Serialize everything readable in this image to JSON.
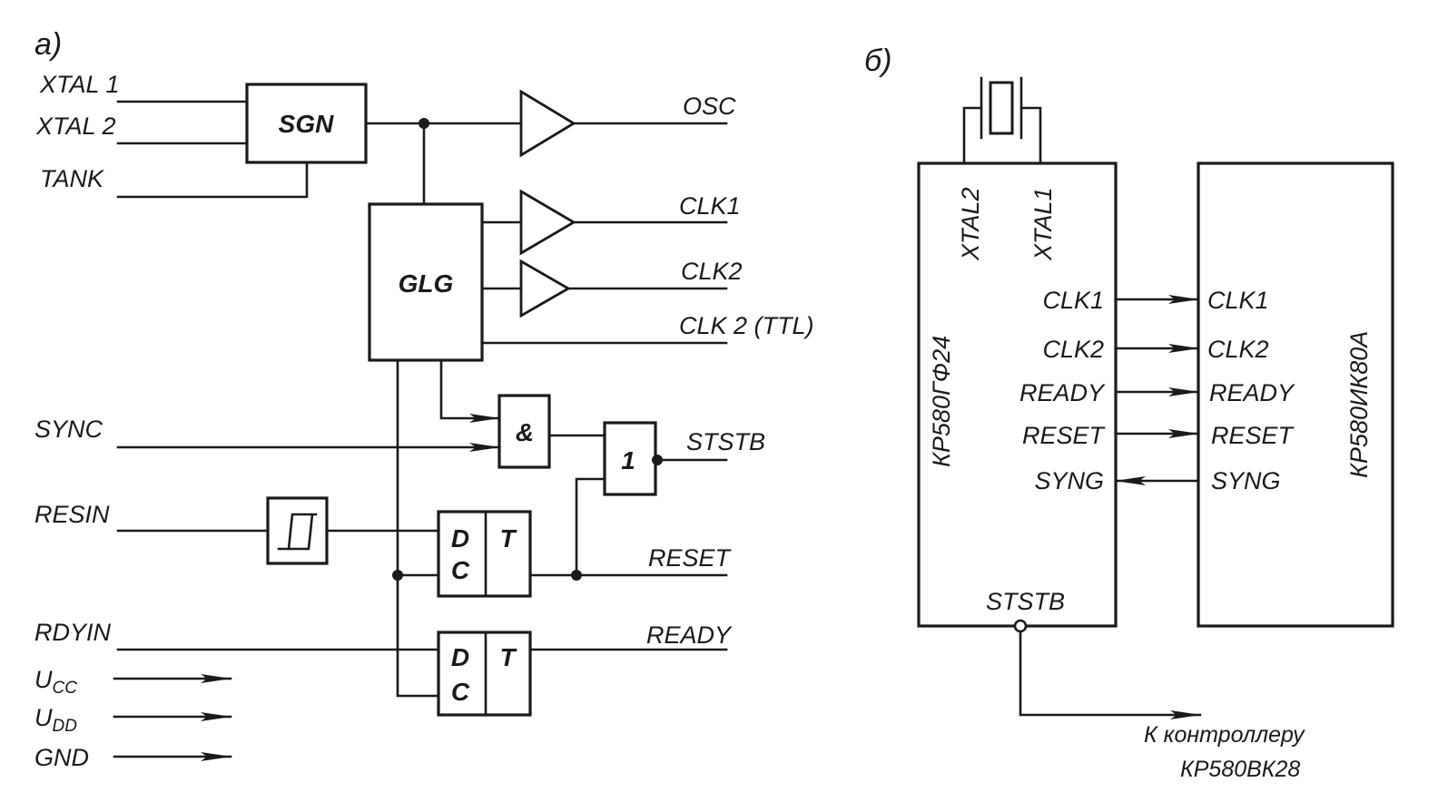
{
  "panel_a": {
    "label": "а)",
    "inputs": {
      "xtal1": "XTAL 1",
      "xtal2": "XTAL 2",
      "tank": "TANK",
      "sync": "SYNC",
      "resin": "RESIN",
      "rdyin": "RDYIN",
      "ucc": "U",
      "ucc_sub": "CC",
      "udd": "U",
      "udd_sub": "DD",
      "gnd": "GND"
    },
    "blocks": {
      "sgn": "SGN",
      "glg": "GLG",
      "and_gate": "&",
      "or_gate": "1",
      "schmitt": "⎍",
      "d": "D",
      "c": "C",
      "t": "T"
    },
    "outputs": {
      "osc": "OSC",
      "clk1": "CLK1",
      "clk2": "CLK2",
      "clk2_ttl": "CLK 2 (TTL)",
      "ststb": "STSTB",
      "reset": "RESET",
      "ready": "READY"
    }
  },
  "panel_b": {
    "label": "б)",
    "left_chip": {
      "name": "КР580ГФ24",
      "xtal2": "XTAL2",
      "xtal1": "XTAL1",
      "pins": [
        "CLK1",
        "CLK2",
        "READY",
        "RESET",
        "SYNG"
      ],
      "ststb": "STSTB"
    },
    "right_chip": {
      "name": "КР580ИК80А",
      "pins": [
        "CLK1",
        "CLK2",
        "READY",
        "RESET",
        "SYNG"
      ]
    },
    "note_line1": "К контроллеру",
    "note_line2": "КР580ВК28"
  }
}
